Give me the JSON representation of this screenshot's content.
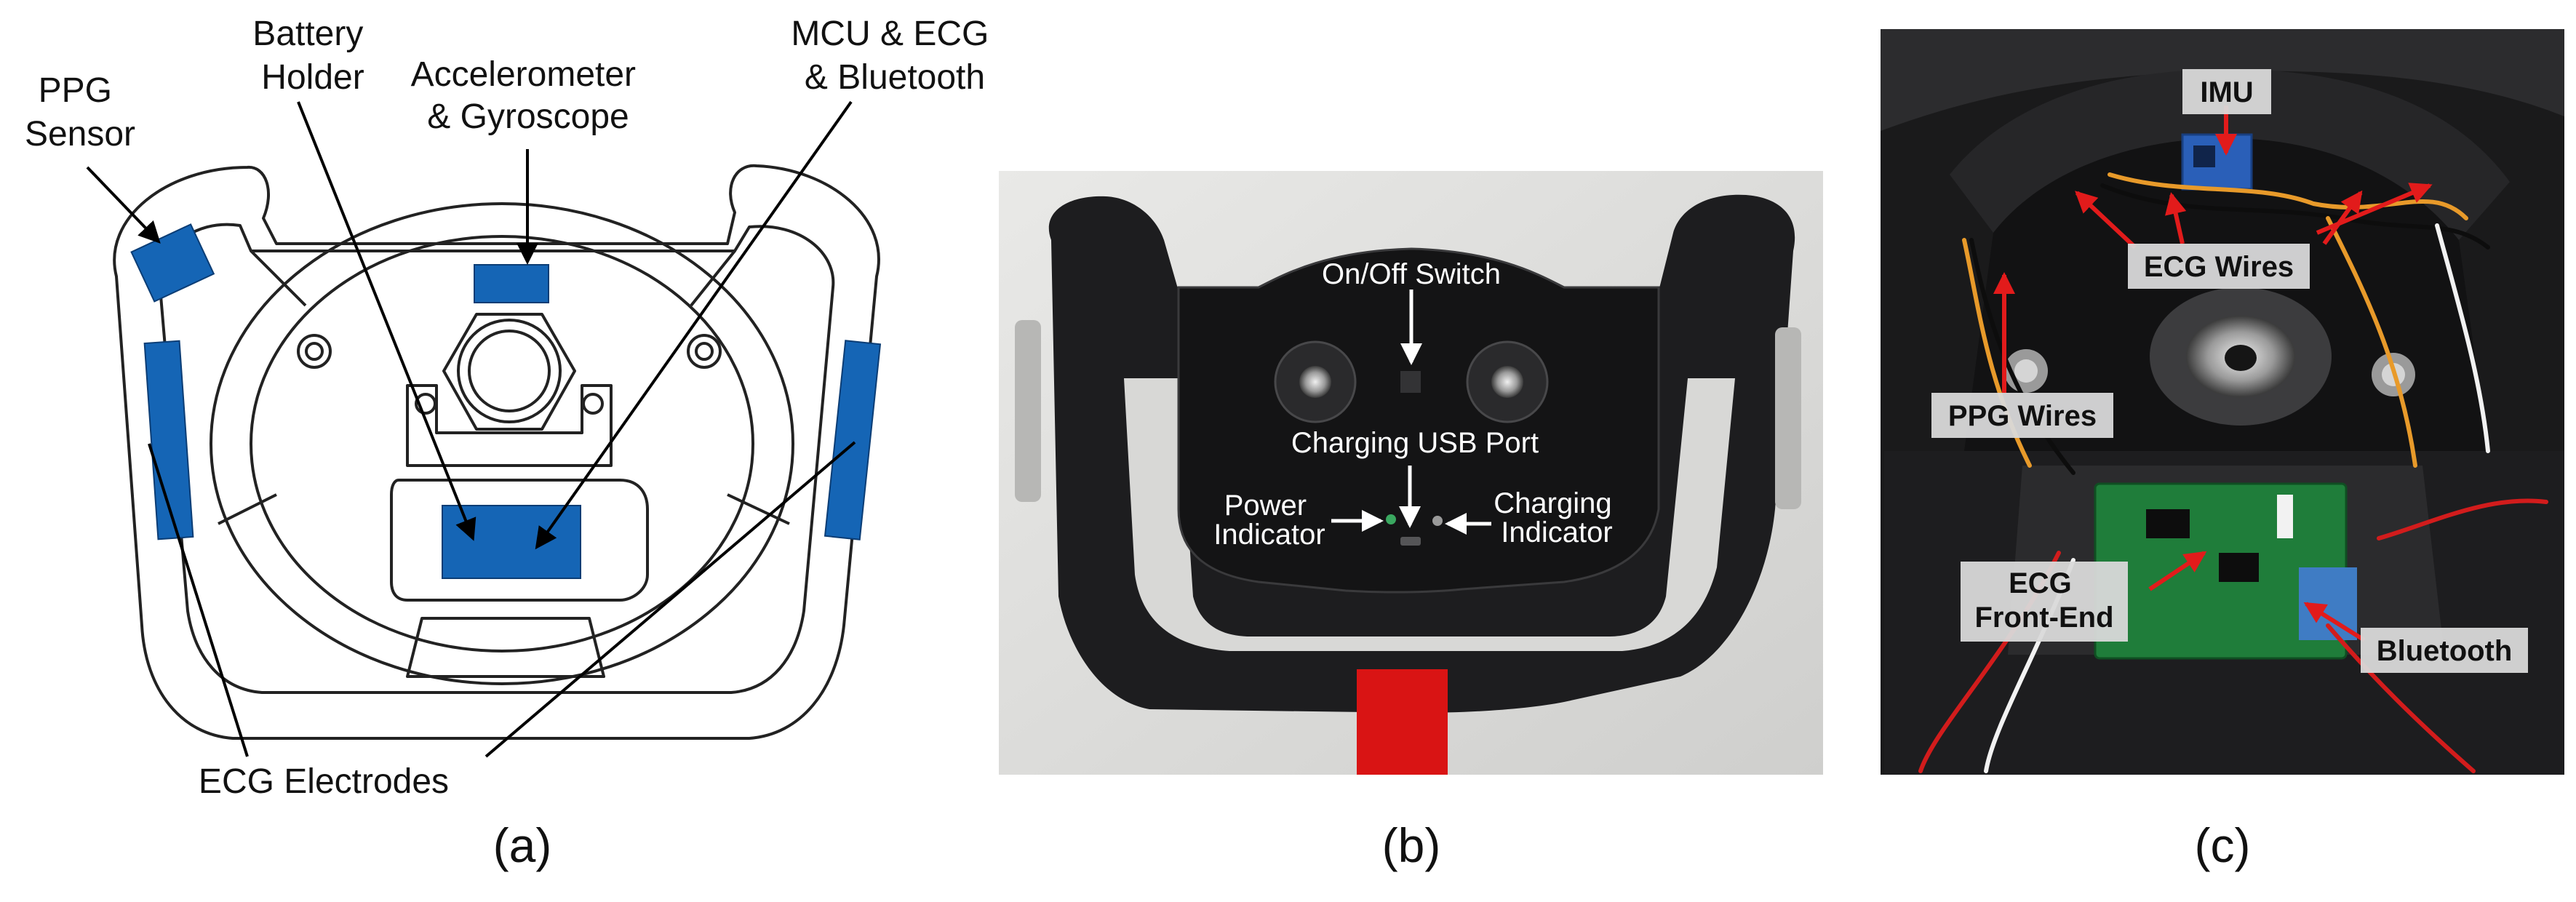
{
  "panel_a": {
    "caption": "(a)",
    "labels": {
      "ppg_1": "PPG",
      "ppg_2": "Sensor",
      "battery_1": "Battery",
      "battery_2": "Holder",
      "accel_1": "Accelerometer",
      "accel_2": "& Gyroscope",
      "mcu_1": "MCU & ECG",
      "mcu_2": "& Bluetooth",
      "ecg": "ECG Electrodes"
    }
  },
  "panel_b": {
    "caption": "(b)",
    "labels": {
      "switch": "On/Off Switch",
      "usb": "Charging USB Port",
      "power_1": "Power",
      "power_2": "Indicator",
      "charging_1": "Charging",
      "charging_2": "Indicator"
    }
  },
  "panel_c": {
    "caption": "(c)",
    "labels": {
      "imu": "IMU",
      "ecg_wires": "ECG Wires",
      "ppg_wires": "PPG Wires",
      "front_end_1": "ECG",
      "front_end_2": "Front-End",
      "bluetooth": "Bluetooth"
    }
  },
  "colors": {
    "component_blue": "#1565b5",
    "arrow_red": "#e21b1b",
    "tape_red": "#d91414",
    "dark_body": "#1d1d1f"
  }
}
